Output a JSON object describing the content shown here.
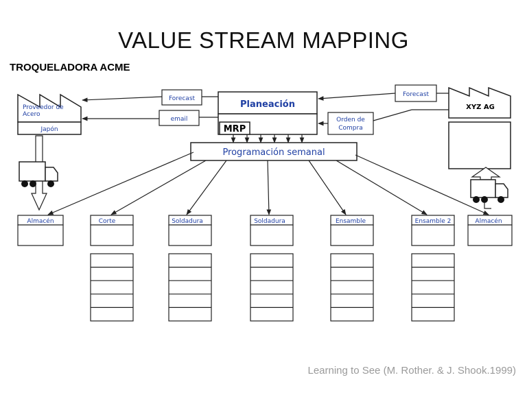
{
  "title": "VALUE STREAM MAPPING",
  "company": "TROQUELADORA ACME",
  "credit": "Learning to See (M. Rother. & J. Shook.1999)",
  "supplier": {
    "name_line1": "Proveedor de",
    "name_line2": "Acero",
    "location": "Japón"
  },
  "customer": {
    "name": "XYZ AG"
  },
  "planning": {
    "title": "Planeación",
    "mrp": "MRP"
  },
  "schedule": {
    "label": "Programación semanal"
  },
  "info_flows": {
    "forecast_supplier": "Forecast",
    "email": "email",
    "forecast_customer": "Forecast",
    "order_line1": "Orden de",
    "order_line2": "Compra"
  },
  "processes": [
    {
      "label": "Almacén"
    },
    {
      "label": "Corte"
    },
    {
      "label": "Soldadura"
    },
    {
      "label": "Soldadura"
    },
    {
      "label": "Ensamble"
    },
    {
      "label": "Ensamble 2"
    },
    {
      "label": "Almacén"
    }
  ],
  "colors": {
    "label_blue": "#1f3fa3",
    "line": "#222222"
  }
}
